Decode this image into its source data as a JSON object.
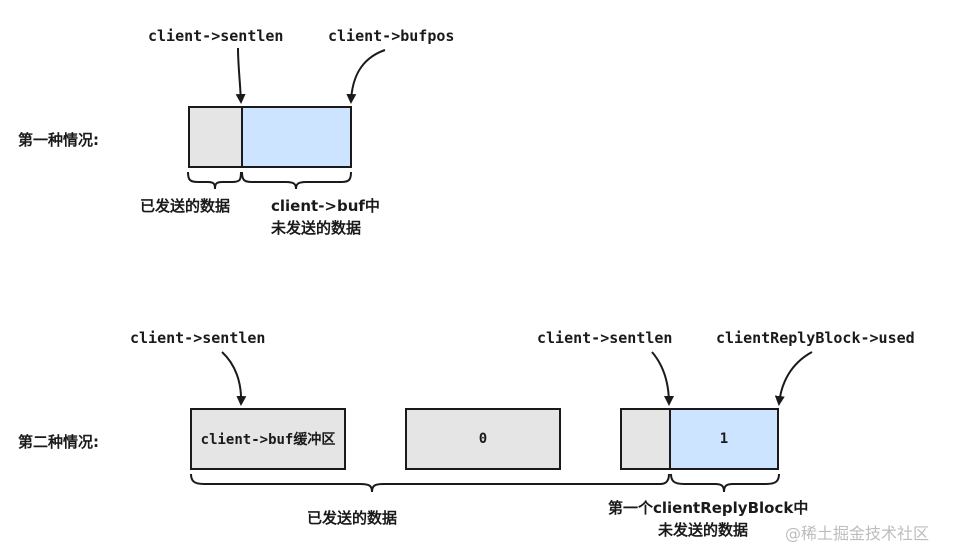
{
  "case1": {
    "title": "第一种情况:",
    "pointer_sentlen": "client->sentlen",
    "pointer_bufpos": "client->bufpos",
    "sent_label": "已发送的数据",
    "unsent_label_line1": "client->buf中",
    "unsent_label_line2": "未发送的数据"
  },
  "case2": {
    "title": "第二种情况:",
    "pointer_sentlen_left": "client->sentlen",
    "pointer_sentlen_right": "client->sentlen",
    "pointer_used": "clientReplyBlock->used",
    "block_buf": "client->buf缓冲区",
    "block_zero": "0",
    "block_one": "1",
    "sent_label": "已发送的数据",
    "unsent_label_line1": "第一个clientReplyBlock中",
    "unsent_label_line2": "未发送的数据"
  },
  "watermark": "@稀土掘金技术社区",
  "colors": {
    "sent_fill": "#e5e5e5",
    "unsent_fill": "#cce4ff",
    "stroke": "#1a1a1a"
  }
}
